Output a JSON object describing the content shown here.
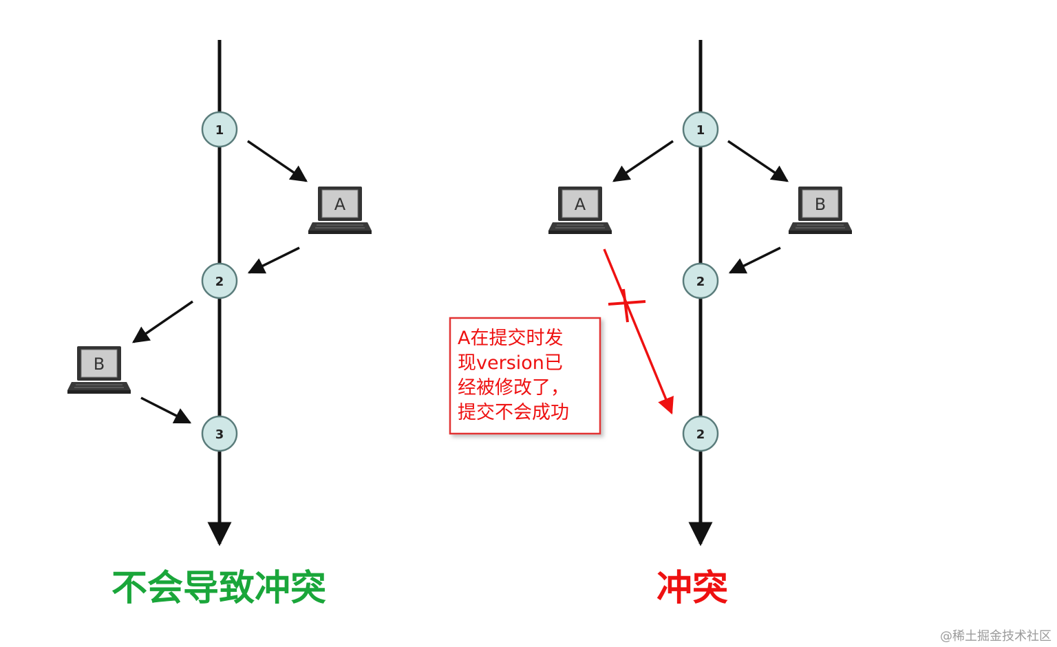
{
  "colors": {
    "timeline": "#111111",
    "node_fill": "#cfe7e6",
    "node_stroke": "#5a7c7b",
    "ok": "#1aa63a",
    "conflict": "#ee1111",
    "note_border": "#e23030",
    "laptop_dark": "#333333",
    "laptop_screen": "#c8c8c8"
  },
  "left": {
    "caption": "不会导致冲突",
    "nodes": [
      "1",
      "2",
      "3"
    ],
    "laptops": {
      "a": "A",
      "b": "B"
    }
  },
  "right": {
    "caption": "冲突",
    "nodes": [
      "1",
      "2",
      "2"
    ],
    "laptops": {
      "a": "A",
      "b": "B"
    },
    "note_lines": [
      "A在提交时发",
      "现version已",
      "经被修改了，",
      "提交不会成功"
    ]
  },
  "watermark": "@稀土掘金技术社区"
}
